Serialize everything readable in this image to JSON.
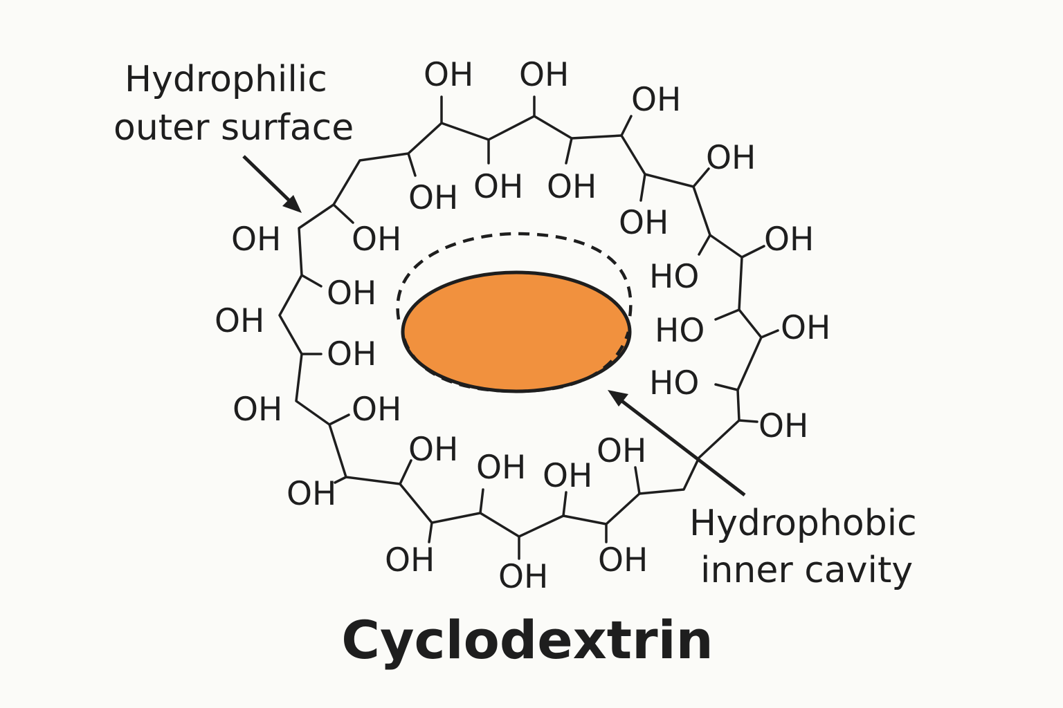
{
  "title": "Cyclodextrin",
  "labels": {
    "outer_line1": "Hydrophilic",
    "outer_line2": "outer surface",
    "inner_line1": "Hydrophobic",
    "inner_line2": "inner cavity"
  },
  "hydroxyl": "OH",
  "hydroxyl_rev": "HO",
  "colors": {
    "cavity_fill": "#f1913e",
    "ink": "#1e1e1e",
    "background": "#fbfbf8"
  }
}
